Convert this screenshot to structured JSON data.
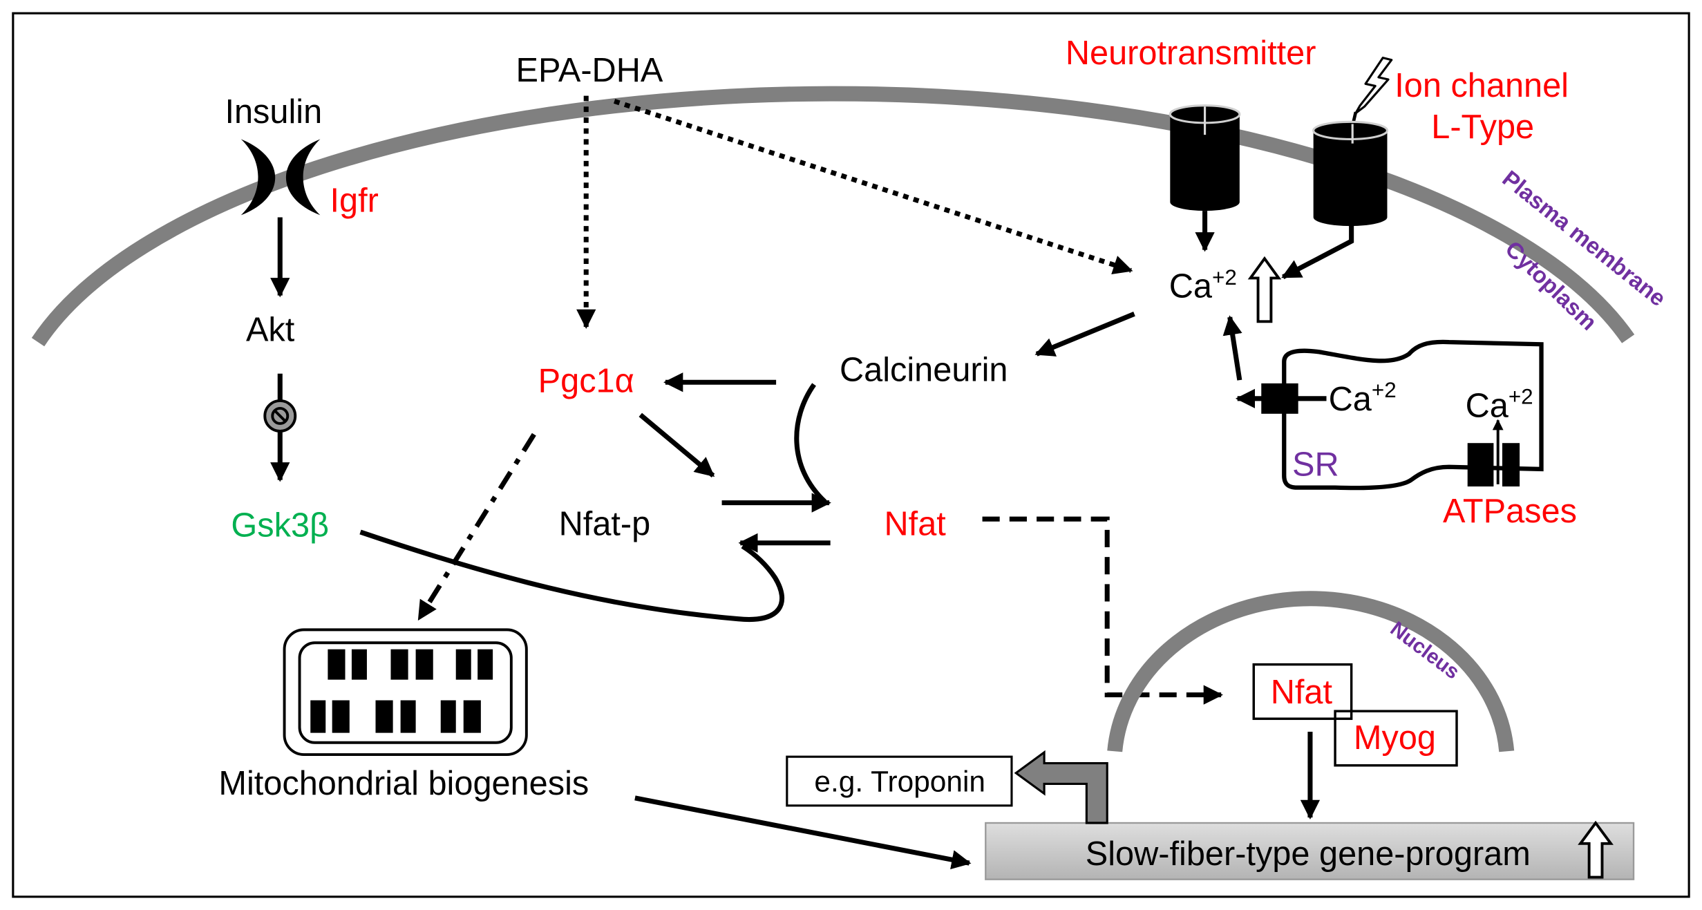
{
  "diagram": {
    "membrane": {
      "plasma_membrane": "Plasma membrane",
      "cytoplasm": "Cytoplasm"
    },
    "receptor": {
      "ligand": "Insulin",
      "receptor": "Igfr"
    },
    "nodes": {
      "akt": "Akt",
      "gsk3b": "Gsk3β",
      "epa_dha": "EPA-DHA",
      "pgc1a": "Pgc1α",
      "calcineurin": "Calcineurin",
      "nfat_p": "Nfat-p",
      "nfat": "Nfat"
    },
    "channels": {
      "neurotransmitter": "Neurotransmitter",
      "ion_channel_line1": "Ion channel",
      "ion_channel_line2": "L-Type"
    },
    "calcium": {
      "cytosolic": {
        "symbol": "Ca",
        "charge": "+2"
      },
      "sr_release": {
        "symbol": "Ca",
        "charge": "+2"
      },
      "sr_uptake": {
        "symbol": "Ca",
        "charge": "+2"
      }
    },
    "sr": {
      "label": "SR",
      "pump": "ATPases"
    },
    "nucleus": {
      "label": "Nucleus",
      "nfat": "Nfat",
      "myog": "Myog"
    },
    "outputs": {
      "mitochondrial_biogenesis": "Mitochondrial biogenesis",
      "target_gene": "e.g. Troponin",
      "gene_program": "Slow-fiber-type gene-program"
    }
  },
  "colors": {
    "gene_red": "#ff0000",
    "kinase_green": "#00b050",
    "compartment_purple": "#7030a0",
    "membrane_gray": "#808080"
  }
}
